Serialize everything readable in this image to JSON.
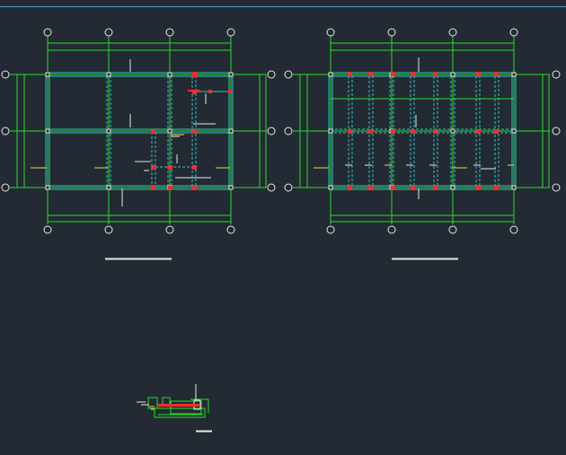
{
  "colors": {
    "background": "#232a33",
    "frame": "#4a9bbf",
    "axis": "#24e024",
    "grid_bubble": "#e8e8e8",
    "beam": "#2ec4c4",
    "column": "#e8e8e8",
    "accent": "#ff2b2b",
    "title_line": "#e8e8e8",
    "dim_text": "#e0e040"
  },
  "drawings": [
    {
      "name": "plan-left",
      "icon": "floor-plan-icon"
    },
    {
      "name": "plan-right",
      "icon": "floor-plan-icon"
    },
    {
      "name": "detail-section",
      "icon": "section-detail-icon"
    }
  ]
}
